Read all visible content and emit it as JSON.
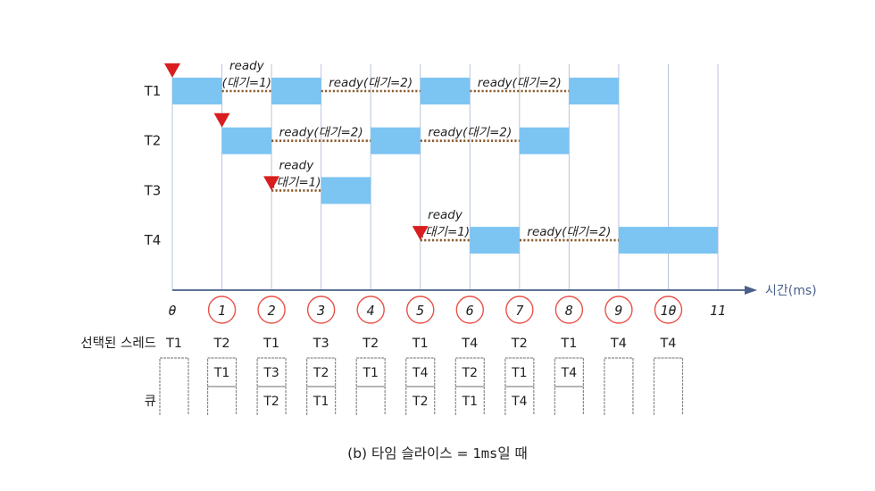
{
  "colors": {
    "run_bar": "#7cc4f2",
    "arrival_marker": "#d81e1e",
    "ready_line": "#8a5a2b",
    "grid_line": "#b8c4dc",
    "axis": "#4a5f8a",
    "tick_circle": "#e8524a"
  },
  "diagram": {
    "type": "gantt",
    "threads": [
      "T1",
      "T2",
      "T3",
      "T4"
    ],
    "time_axis": {
      "label": "시간(ms)",
      "ticks": [
        "0",
        "1",
        "2",
        "3",
        "4",
        "5",
        "6",
        "7",
        "8",
        "9",
        "10",
        "11"
      ],
      "circled_ticks": [
        1,
        2,
        3,
        4,
        5,
        6,
        7,
        8,
        9,
        10
      ],
      "range_ms": [
        0,
        11
      ]
    },
    "arrivals": [
      {
        "thread": "T1",
        "time": 0
      },
      {
        "thread": "T2",
        "time": 1
      },
      {
        "thread": "T3",
        "time": 2
      },
      {
        "thread": "T4",
        "time": 5
      }
    ],
    "runs": [
      {
        "thread": "T1",
        "start": 0,
        "end": 1
      },
      {
        "thread": "T1",
        "start": 2,
        "end": 3
      },
      {
        "thread": "T1",
        "start": 5,
        "end": 6
      },
      {
        "thread": "T1",
        "start": 8,
        "end": 9
      },
      {
        "thread": "T2",
        "start": 1,
        "end": 2
      },
      {
        "thread": "T2",
        "start": 4,
        "end": 5
      },
      {
        "thread": "T2",
        "start": 7,
        "end": 8
      },
      {
        "thread": "T3",
        "start": 3,
        "end": 4
      },
      {
        "thread": "T4",
        "start": 6,
        "end": 7
      },
      {
        "thread": "T4",
        "start": 9,
        "end": 11
      }
    ],
    "waits": [
      {
        "thread": "T1",
        "start": 1,
        "end": 2,
        "label": "ready",
        "sublabel": "(대기=1)",
        "two_line": true
      },
      {
        "thread": "T1",
        "start": 3,
        "end": 5,
        "label": "ready",
        "sublabel": "(대기=2)",
        "two_line": false
      },
      {
        "thread": "T1",
        "start": 6,
        "end": 8,
        "label": "ready",
        "sublabel": "(대기=2)",
        "two_line": false
      },
      {
        "thread": "T2",
        "start": 2,
        "end": 4,
        "label": "ready",
        "sublabel": "(대기=2)",
        "two_line": false
      },
      {
        "thread": "T2",
        "start": 5,
        "end": 7,
        "label": "ready",
        "sublabel": "(대기=2)",
        "two_line": false
      },
      {
        "thread": "T3",
        "start": 2,
        "end": 3,
        "label": "ready",
        "sublabel": "(대기=1)",
        "two_line": true
      },
      {
        "thread": "T4",
        "start": 5,
        "end": 6,
        "label": "ready",
        "sublabel": "(대기=1)",
        "two_line": true
      },
      {
        "thread": "T4",
        "start": 7,
        "end": 9,
        "label": "ready",
        "sublabel": "(대기=2)",
        "two_line": false
      }
    ]
  },
  "schedule": {
    "selected_label": "선택된 스레드",
    "queue_label": "큐",
    "slots": [
      {
        "selected": "T1",
        "queue": []
      },
      {
        "selected": "T2",
        "queue": [
          "T1"
        ]
      },
      {
        "selected": "T1",
        "queue": [
          "T3",
          "T2"
        ]
      },
      {
        "selected": "T3",
        "queue": [
          "T2",
          "T1"
        ]
      },
      {
        "selected": "T2",
        "queue": [
          "T1"
        ]
      },
      {
        "selected": "T1",
        "queue": [
          "T4",
          "T2"
        ]
      },
      {
        "selected": "T4",
        "queue": [
          "T2",
          "T1"
        ]
      },
      {
        "selected": "T2",
        "queue": [
          "T1",
          "T4"
        ]
      },
      {
        "selected": "T1",
        "queue": [
          "T4"
        ]
      },
      {
        "selected": "T4",
        "queue": []
      },
      {
        "selected": "T4",
        "queue": []
      }
    ]
  },
  "caption": {
    "prefix": "(b) 타임 슬라이스 = ",
    "value": "1ms",
    "suffix": "일 때"
  }
}
